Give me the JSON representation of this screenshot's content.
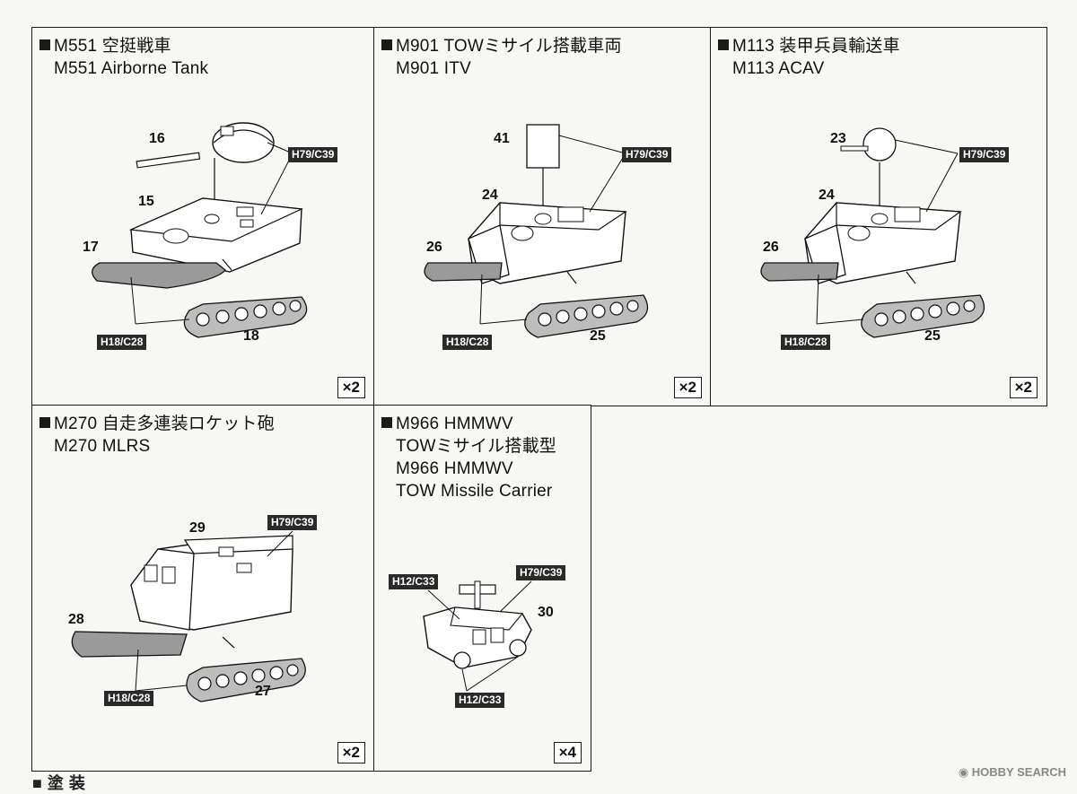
{
  "panels": [
    {
      "title_ja": "M551 空挺戦車",
      "title_en": "M551 Airborne Tank",
      "qty": "×2",
      "parts": {
        "turret": "16",
        "hull": "15",
        "left_track": "17",
        "right_track": "18"
      },
      "colors": {
        "top": "H79/C39",
        "track": "H18/C28"
      }
    },
    {
      "title_ja": "M901 TOWミサイル搭載車両",
      "title_en": "M901 ITV",
      "qty": "×2",
      "parts": {
        "launcher": "41",
        "hull": "24",
        "left_track": "26",
        "right_track": "25"
      },
      "colors": {
        "top": "H79/C39",
        "track": "H18/C28"
      }
    },
    {
      "title_ja": "M113 装甲兵員輸送車",
      "title_en": "M113 ACAV",
      "qty": "×2",
      "parts": {
        "cupola": "23",
        "hull": "24",
        "left_track": "26",
        "right_track": "25"
      },
      "colors": {
        "top": "H79/C39",
        "track": "H18/C28"
      }
    },
    {
      "title_ja": "M270 自走多連装ロケット砲",
      "title_en": "M270 MLRS",
      "qty": "×2",
      "parts": {
        "hull": "29",
        "left_track": "28",
        "right_track": "27"
      },
      "colors": {
        "top": "H79/C39",
        "track": "H18/C28"
      }
    },
    {
      "title_ja1": "M966 HMMWV",
      "title_ja2": "TOWミサイル搭載型",
      "title_en1": "M966 HMMWV",
      "title_en2": "TOW Missile Carrier",
      "qty": "×4",
      "parts": {
        "body": "30"
      },
      "colors": {
        "launcher": "H12/C33",
        "top": "H79/C39",
        "wheels": "H12/C33"
      }
    }
  ],
  "watermark": "HOBBY SEARCH",
  "bottom_text": "■塗装"
}
